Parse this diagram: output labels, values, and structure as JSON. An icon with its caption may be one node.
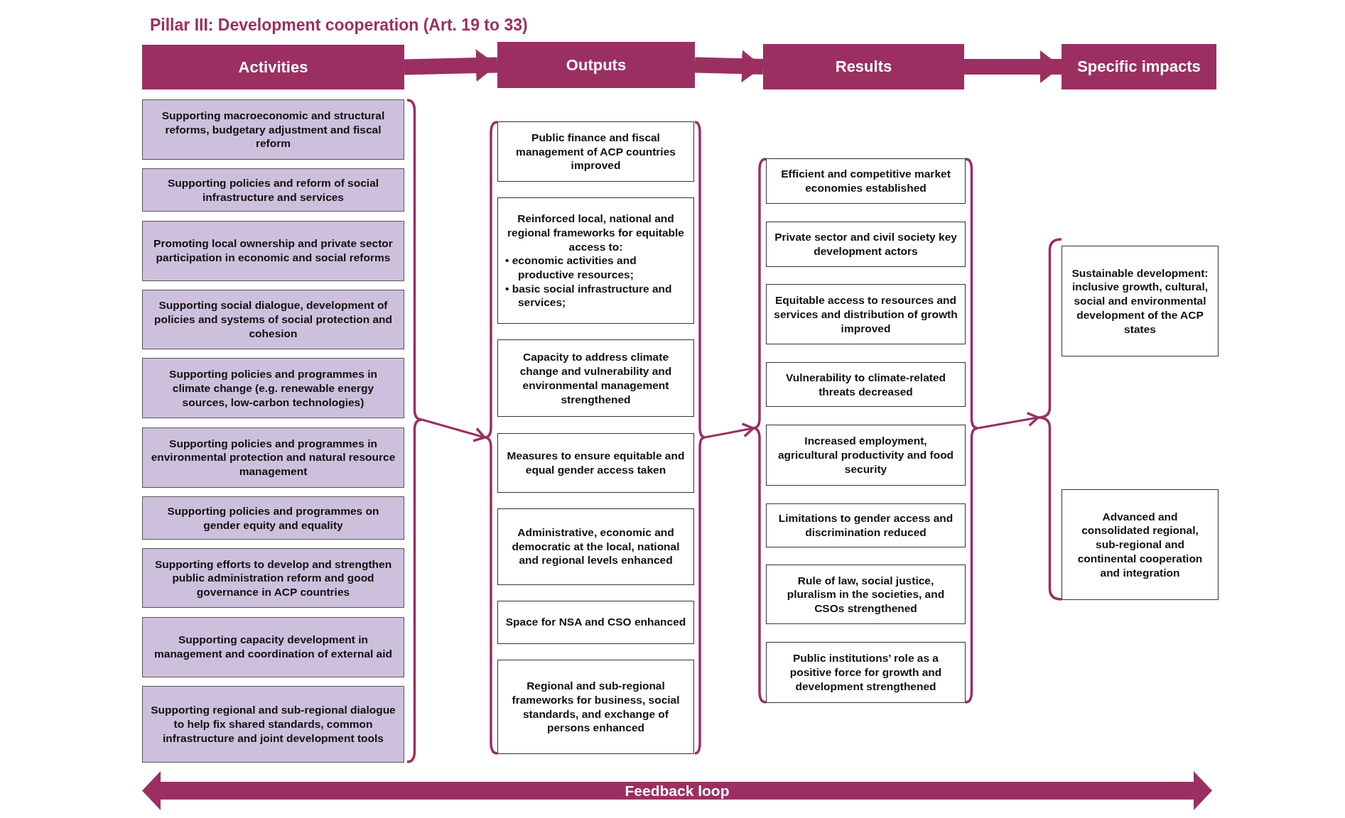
{
  "diagram": {
    "title": "Pillar III: Development cooperation (Art. 19 to 33)",
    "nodes": [
      {
        "text": [
          "Activities"
        ]
      },
      {
        "text": [
          "Outputs"
        ]
      },
      {
        "text": [
          "Results"
        ]
      },
      {
        "text": [
          "Specific impacts"
        ]
      },
      {
        "text": [],
        "shape": "bracket"
      },
      {
        "text": [
          "Supporting macroeconomic and structural reforms, budgetary adjustment and fiscal reform"
        ],
        "in": 4
      },
      {
        "text": [
          "Supporting policies and reform of social infrastructure and services"
        ],
        "in": 4
      },
      {
        "text": [
          "Promoting local ownership and private sector participation in economic and social reforms"
        ],
        "in": 4
      },
      {
        "text": [
          "Supporting social dialogue, development of policies and systems of social protection and cohesion"
        ],
        "in": 4
      },
      {
        "text": [
          "Supporting policies and programmes in climate change (e.g. renewable energy sources, low-carbon technologies)"
        ],
        "in": 4
      },
      {
        "text": [
          "Supporting policies and programmes in environmental protection and natural resource management"
        ],
        "in": 4
      },
      {
        "text": [
          "Supporting policies and programmes on gender equity and equality"
        ],
        "in": 4
      },
      {
        "text": [
          "Supporting efforts to develop and strengthen public administration reform and good governance in ACP countries"
        ],
        "in": 4
      },
      {
        "text": [
          "Supporting capacity development in management and coordination of external aid"
        ],
        "in": 4
      },
      {
        "text": [
          "Supporting regional and sub-regional dialogue to help fix shared standards, common infrastructure and joint development tools"
        ],
        "in": 4
      },
      {
        "text": [],
        "shape": "bracket"
      },
      {
        "text": [
          "Public finance and fiscal management of ACP countries improved"
        ],
        "in": 15
      },
      {
        "text": [
          "Reinforced local, national and regional frameworks for equitable access to:",
          "• economic activities and productive resources;",
          "• basic social infrastructure and services;"
        ],
        "in": 15
      },
      {
        "text": [
          "Capacity to address climate change and vulnerability and environmental management strengthened"
        ],
        "in": 15
      },
      {
        "text": [
          "Measures to ensure equitable and equal gender access taken"
        ],
        "in": 15
      },
      {
        "text": [
          "Administrative, economic and democratic at the local, national and regional levels enhanced"
        ],
        "in": 15
      },
      {
        "text": [
          "Space for NSA and CSO enhanced"
        ],
        "in": 15
      },
      {
        "text": [
          "Regional and sub-regional frameworks for business, social standards, and exchange of persons enhanced"
        ],
        "in": 15
      },
      {
        "text": [],
        "shape": "bracket"
      },
      {
        "text": [
          "Efficient and competitive market economies established"
        ],
        "in": 23
      },
      {
        "text": [
          "Private sector and civil society key development actors"
        ],
        "in": 23
      },
      {
        "text": [
          "Equitable access to resources and services and distribution of growth improved"
        ],
        "in": 23
      },
      {
        "text": [
          "Vulnerability to climate-related threats decreased"
        ],
        "in": 23
      },
      {
        "text": [
          "Increased employment, agricultural productivity and food security"
        ],
        "in": 23
      },
      {
        "text": [
          "Limitations to gender access and discrimination reduced"
        ],
        "in": 23
      },
      {
        "text": [
          "Rule of law, social justice, pluralism in the societies, and CSOs strengthened"
        ],
        "in": 23
      },
      {
        "text": [
          "Public institutions’ role as a positive force for growth and development strengthened"
        ],
        "in": 23
      },
      {
        "text": [],
        "shape": "bracket"
      },
      {
        "text": [
          "Sustainable development: inclusive growth, cultural, social and environmental development of the ACP states"
        ],
        "in": 32
      },
      {
        "text": [
          "Advanced and consolidated regional, sub-regional and continental cooperation and integration"
        ],
        "in": 32
      },
      {
        "text": [
          "Feedback loop"
        ]
      }
    ],
    "edges": [
      {
        "from": 0,
        "to": 1,
        "arrow": "to",
        "style": "thick"
      },
      {
        "from": 1,
        "to": 2,
        "arrow": "to",
        "style": "thick"
      },
      {
        "from": 2,
        "to": 3,
        "arrow": "to",
        "style": "thick"
      },
      {
        "from": 4,
        "to": 15,
        "arrow": "to"
      },
      {
        "from": 15,
        "to": 23,
        "arrow": "to"
      },
      {
        "from": 23,
        "to": 32,
        "arrow": "to"
      }
    ]
  }
}
